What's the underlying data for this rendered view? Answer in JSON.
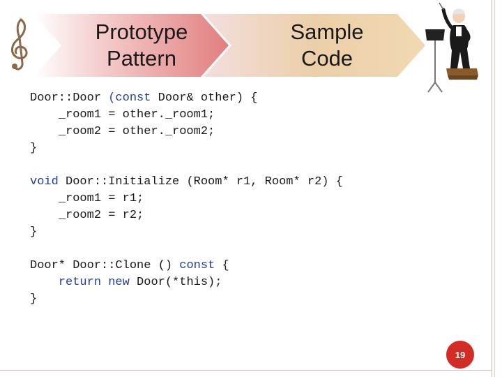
{
  "slide": {
    "banner_left": {
      "line1": "Prototype",
      "line2": "Pattern"
    },
    "banner_right": {
      "line1": "Sample",
      "line2": "Code"
    },
    "page_number": "19",
    "colors": {
      "banner_left": "#e89494",
      "banner_right": "#e9c797",
      "badge": "#d32c24",
      "keyword": "#1e3f9e"
    },
    "icons": [
      "treble-clef-icon",
      "conductor-icon"
    ]
  },
  "code": {
    "block1": [
      {
        "pre": "Door::Door ",
        "kw": "(const",
        "post": " Door& other) {"
      },
      {
        "pre": "    _room1 = other._room1;",
        "kw": "",
        "post": ""
      },
      {
        "pre": "    _room2 = other._room2;",
        "kw": "",
        "post": ""
      },
      {
        "pre": "}",
        "kw": "",
        "post": ""
      }
    ],
    "block2": [
      {
        "pre": "",
        "kw": "void",
        "post": " Door::Initialize (Room* r1, Room* r2) {"
      },
      {
        "pre": "    _room1 = r1;",
        "kw": "",
        "post": ""
      },
      {
        "pre": "    _room2 = r2;",
        "kw": "",
        "post": ""
      },
      {
        "pre": "}",
        "kw": "",
        "post": ""
      }
    ],
    "block3": [
      {
        "pre": "Door* Door::Clone () ",
        "kw": "const",
        "post": " {"
      },
      {
        "pre": "    ",
        "kw": "return new",
        "post": " Door(*this);"
      },
      {
        "pre": "}",
        "kw": "",
        "post": ""
      }
    ]
  }
}
